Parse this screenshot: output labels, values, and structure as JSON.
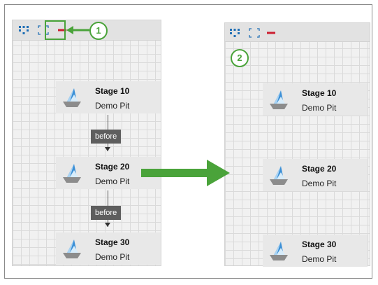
{
  "toolbar": {
    "icons": [
      "hierarchy-icon",
      "fit-to-screen-icon",
      "remove-relationships-icon"
    ],
    "accent_remove": "#cc1f30",
    "accent_hierarchy": "#1f6fb5"
  },
  "callouts": {
    "step1": "1",
    "step2": "2"
  },
  "left_panel": {
    "stages": [
      {
        "title": "Stage 10",
        "subtitle": "Demo Pit"
      },
      {
        "title": "Stage 20",
        "subtitle": "Demo Pit"
      },
      {
        "title": "Stage 30",
        "subtitle": "Demo Pit"
      }
    ],
    "relationships": [
      "before",
      "before"
    ]
  },
  "right_panel": {
    "stages": [
      {
        "title": "Stage 10",
        "subtitle": "Demo Pit"
      },
      {
        "title": "Stage 20",
        "subtitle": "Demo Pit"
      },
      {
        "title": "Stage 30",
        "subtitle": "Demo Pit"
      }
    ]
  },
  "colors": {
    "annotation_green": "#4aa33a",
    "label_bg": "#5e5e5e"
  }
}
